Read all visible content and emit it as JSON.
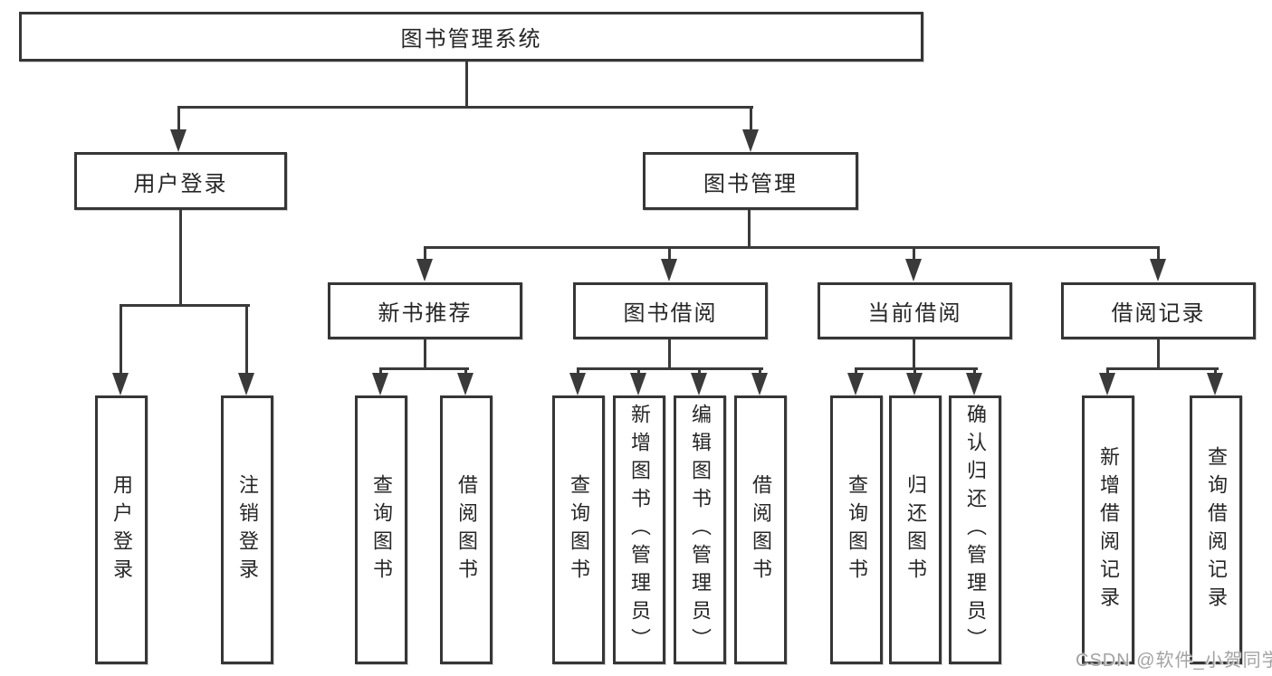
{
  "diagram": {
    "root": {
      "label": "图书管理系统"
    },
    "children": [
      {
        "label": "用户登录",
        "children": [
          {
            "label": "用户登录"
          },
          {
            "label": "注销登录"
          }
        ]
      },
      {
        "label": "图书管理",
        "children": [
          {
            "label": "新书推荐",
            "children": [
              {
                "label": "查询图书"
              },
              {
                "label": "借阅图书"
              }
            ]
          },
          {
            "label": "图书借阅",
            "children": [
              {
                "label": "查询图书"
              },
              {
                "label": "新增图书（管理员）"
              },
              {
                "label": "编辑图书（管理员）"
              },
              {
                "label": "借阅图书"
              }
            ]
          },
          {
            "label": "当前借阅",
            "children": [
              {
                "label": "查询图书"
              },
              {
                "label": "归还图书"
              },
              {
                "label": "确认归还（管理员）"
              }
            ]
          },
          {
            "label": "借阅记录",
            "children": [
              {
                "label": "新增借阅记录"
              },
              {
                "label": "查询借阅记录"
              }
            ]
          }
        ]
      }
    ]
  },
  "watermark": {
    "text": "CSDN @软件_小贺同学"
  },
  "colors": {
    "background": "#ffffff",
    "line": "#3a3a3a",
    "box_border": "#363636",
    "text": "#262626",
    "watermark": "#a3a3a3"
  }
}
